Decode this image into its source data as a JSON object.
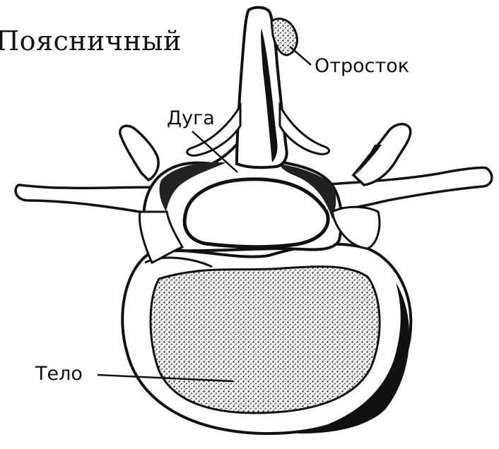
{
  "title": "Поясничный",
  "labels": {
    "process": "Отросток",
    "arch": "Дуга",
    "body": "Тело"
  },
  "parts": [
    {
      "id": "spinous-process",
      "label": "Отросток"
    },
    {
      "id": "vertebral-arch",
      "label": "Дуга"
    },
    {
      "id": "vertebral-body",
      "label": "Тело"
    }
  ],
  "colors": {
    "ink": "#111111",
    "paper": "#ffffff",
    "shadow": "#333333"
  }
}
